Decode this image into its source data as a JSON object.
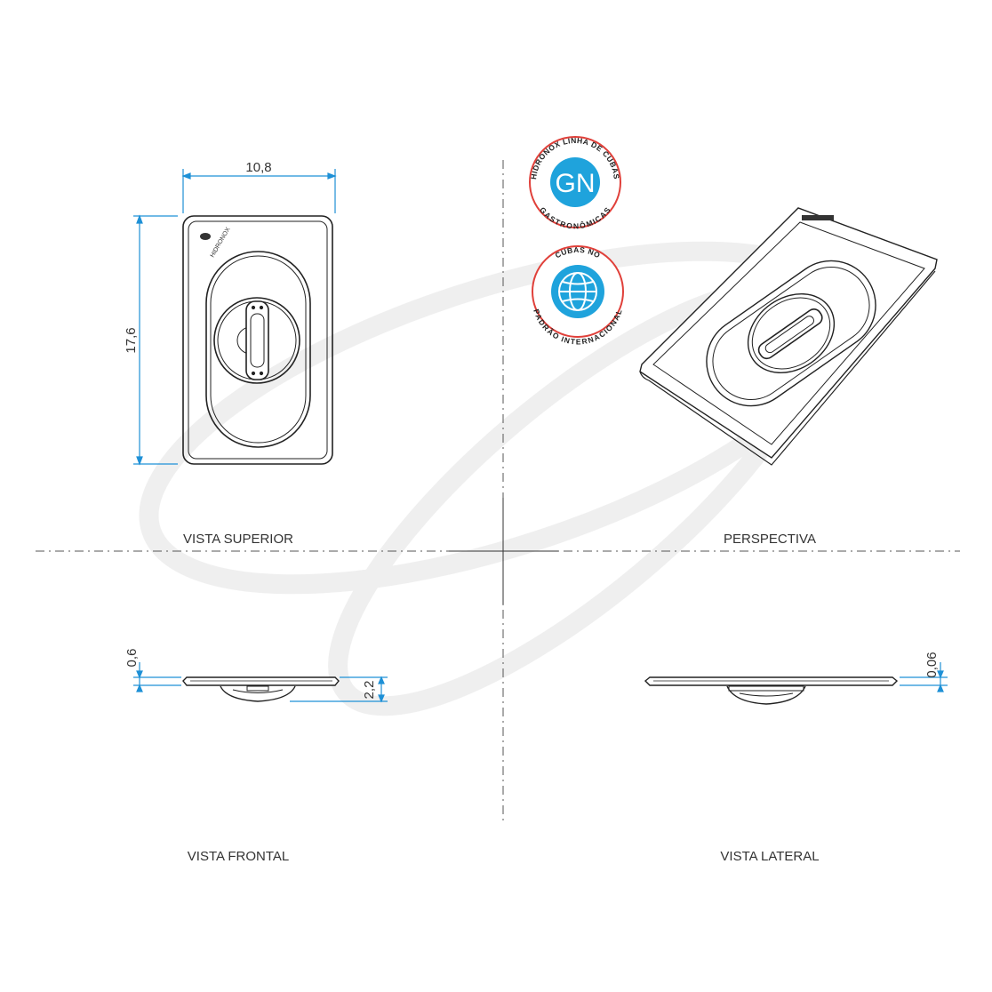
{
  "views": {
    "top": "VISTA SUPERIOR",
    "perspective": "PERSPECTIVA",
    "front": "VISTA FRONTAL",
    "side": "VISTA LATERAL"
  },
  "dimensions": {
    "width": "10,8",
    "length": "17,6",
    "lid_thickness": "0,6",
    "handle_height": "2,2",
    "edge_thickness": "0,06"
  },
  "badges": {
    "gn": {
      "center": "GN",
      "ring_top": "HIDRONOX LINHA DE CUBAS",
      "ring_bottom": "GASTRONÔMICAS"
    },
    "padrao": {
      "ring_top": "CUBAS NO",
      "ring_bottom": "PADRÃO INTERNACIONAL"
    }
  },
  "logo_text": "HIDRONOX",
  "colors": {
    "dimension": "#1e90d6",
    "drawing": "#222222",
    "badge_ring": "#e0403a",
    "badge_fill": "#1fa3dc",
    "watermark": "#efefef"
  }
}
